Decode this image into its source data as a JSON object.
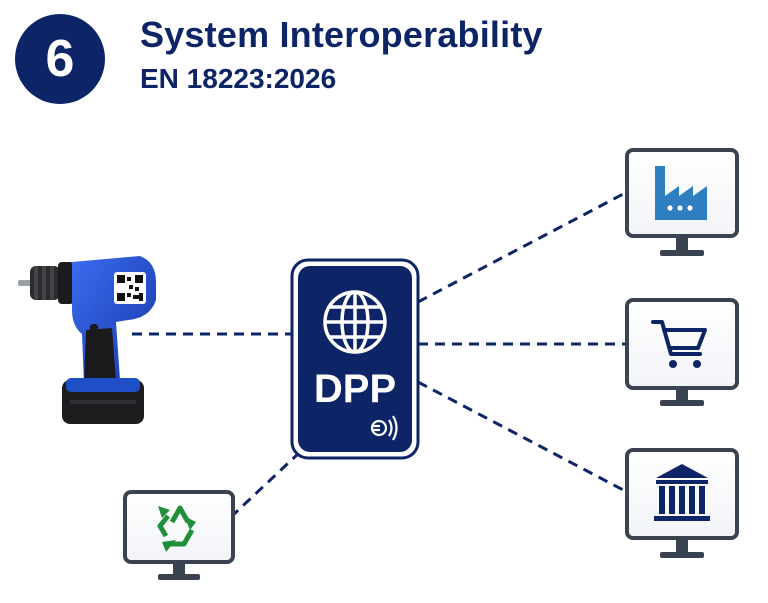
{
  "step_number": "6",
  "title": "System Interoperability",
  "subtitle": "EN 18223:2026",
  "hub": {
    "label": "DPP",
    "icons": [
      "globe-icon",
      "euro-nfc-icon"
    ]
  },
  "nodes": [
    {
      "name": "power-drill",
      "icon": "drill-with-qr-code-icon"
    },
    {
      "name": "recycling-terminal",
      "icon": "recycle-icon"
    },
    {
      "name": "manufacturer-terminal",
      "icon": "factory-icon"
    },
    {
      "name": "retail-terminal",
      "icon": "shopping-cart-icon"
    },
    {
      "name": "authority-terminal",
      "icon": "government-building-icon"
    }
  ],
  "colors": {
    "navy": "#0d2466",
    "factory_blue": "#2f7fc0",
    "recycle_green": "#1f8f3a",
    "drill_blue": "#1f4fc6",
    "connector": "#0d2466"
  }
}
